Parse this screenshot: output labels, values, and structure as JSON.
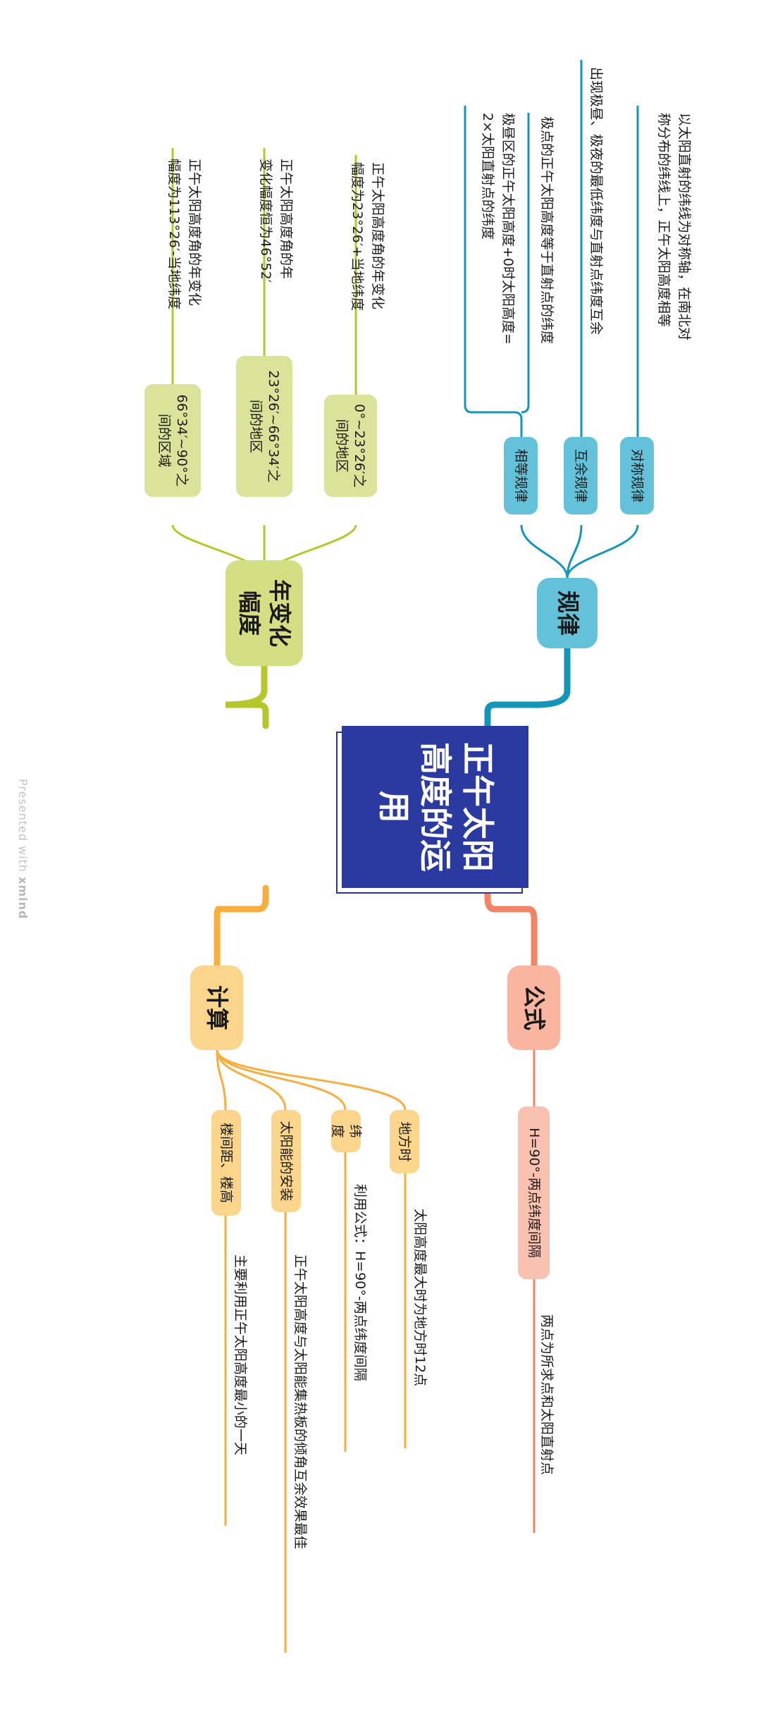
{
  "colors": {
    "center": "#2b3aa0",
    "guilv": "#4fb3cf",
    "guilv_line": "#1496b8",
    "nianbian": "#cfdc79",
    "nianbian_line": "#b5c729",
    "jisuan": "#fbd58c",
    "jisuan_line": "#f7ae3d",
    "gongshi": "#f9b5a0",
    "gongshi_line": "#f28466"
  },
  "center": {
    "label": "正午太阳高度的运用"
  },
  "watermark": {
    "prefix": "Presented with ",
    "brand": "xmind"
  },
  "branches": {
    "guilv": {
      "label": "规律",
      "children": [
        {
          "label": "对称规律",
          "detail": "以太阳直射的纬线为对称轴，在南北对\n称分布的纬线上，正午太阳高度相等"
        },
        {
          "label": "互余规律",
          "detail": "出现极昼、极夜的最低纬度与直射点纬度互余"
        },
        {
          "label": "相等规律",
          "detail": "极点的正午太阳高度等于直射点的纬度"
        },
        {
          "label": "",
          "detail": "极昼区的正午太阳高度+0时太阳高度=\n2×太阳直射点的纬度"
        }
      ]
    },
    "nianbian": {
      "label": "年变化幅度",
      "children": [
        {
          "label": "0°~23°26′之间的地区",
          "detail": "正午太阳高度角的年变化\n幅度为23°26′+当地纬度"
        },
        {
          "label": "23°26′~66°34′之间的地区",
          "detail": "正午太阳高度角的年\n变化幅度恒为46°52′"
        },
        {
          "label": "66°34′~90°之间的区域",
          "detail": "正午太阳高度角的年变化\n幅度为113°26′-当地纬度"
        }
      ]
    },
    "gongshi": {
      "label": "公式",
      "children": [
        {
          "label": "H=90°-两点纬度间隔",
          "detail": "两点为所求点和太阳直射点"
        }
      ]
    },
    "jisuan": {
      "label": "计算",
      "children": [
        {
          "label": "地方时",
          "detail": "太阳高度最大时为地方时12点"
        },
        {
          "label": "纬度",
          "detail": "利用公式：H=90°-两点纬度间隔"
        },
        {
          "label": "太阳能的安装",
          "detail": "正午太阳高度与太阳能集热板的倾角互余效果最佳"
        },
        {
          "label": "楼间距、楼高",
          "detail": "主要利用正午太阳高度最小的一天"
        }
      ]
    }
  }
}
